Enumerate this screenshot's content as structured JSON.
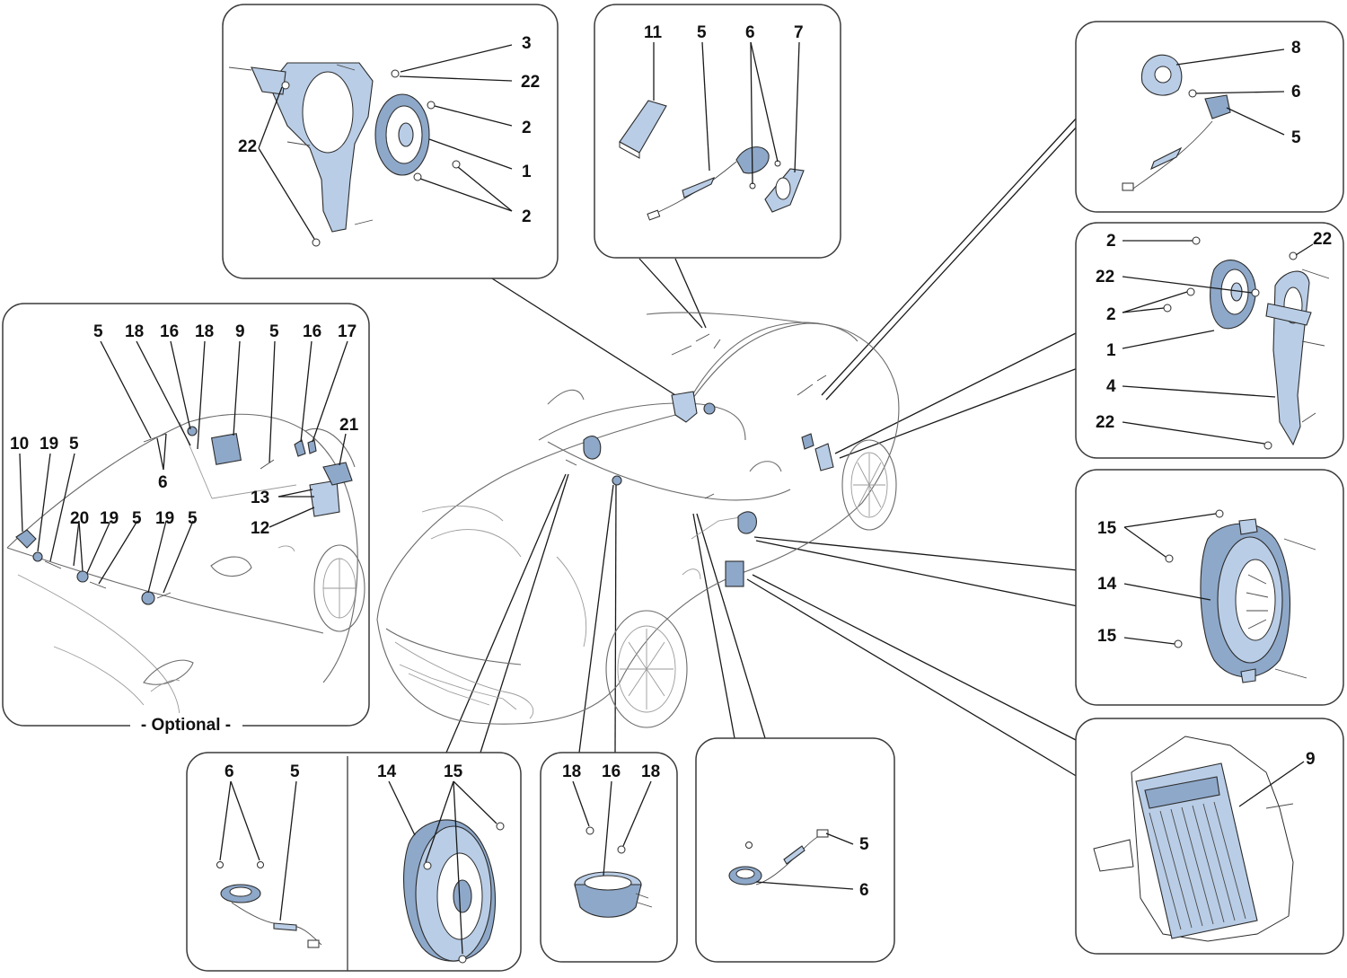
{
  "diagram": {
    "optional_caption": "- Optional -",
    "callouts": {
      "tl_3": "3",
      "tl_22a": "22",
      "tl_2a": "2",
      "tl_1": "1",
      "tl_2b": "2",
      "tl_22b": "22",
      "tc_11": "11",
      "tc_5": "5",
      "tc_6": "6",
      "tc_7": "7",
      "tr_8": "8",
      "tr_6": "6",
      "tr_5": "5",
      "r2_2a": "2",
      "r2_22a": "22",
      "r2_22b": "22",
      "r2_2b": "2",
      "r2_1": "1",
      "r2_4": "4",
      "r2_22c": "22",
      "r3_15a": "15",
      "r3_14": "14",
      "r3_15b": "15",
      "r4_9": "9",
      "lp_5a": "5",
      "lp_18a": "18",
      "lp_16a": "16",
      "lp_18b": "18",
      "lp_9": "9",
      "lp_5b": "5",
      "lp_16b": "16",
      "lp_17": "17",
      "lp_10": "10",
      "lp_19a": "19",
      "lp_5c": "5",
      "lp_6": "6",
      "lp_21": "21",
      "lp_13": "13",
      "lp_12": "12",
      "lp_20": "20",
      "lp_19b": "19",
      "lp_5d": "5",
      "lp_19c": "19",
      "lp_5e": "5",
      "b1_6": "6",
      "b1_5": "5",
      "b1_14": "14",
      "b1_15": "15",
      "b2_18a": "18",
      "b2_16": "16",
      "b2_18b": "18",
      "b3_5": "5",
      "b3_6": "6"
    }
  }
}
